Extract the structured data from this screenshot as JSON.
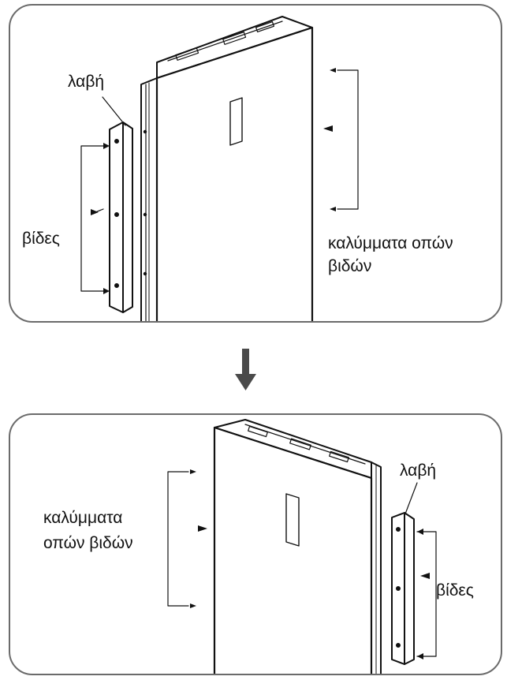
{
  "top_panel": {
    "handle_label": "λαβή",
    "screws_label": "βίδες",
    "covers_label_line1": "καλύμματα οπών",
    "covers_label_line2": "βιδών"
  },
  "bottom_panel": {
    "handle_label": "λαβή",
    "screws_label": "βίδες",
    "covers_label_line1": "καλύμματα",
    "covers_label_line2": "οπών βιδών"
  },
  "icons": {
    "between_panels": "down-arrow-icon",
    "screw": "screw-icon",
    "hole_cover": "hole-cover-icon"
  },
  "colors": {
    "outline": "#111111",
    "panel_border": "#6b6b6b",
    "arrow": "#4a4a4a"
  }
}
